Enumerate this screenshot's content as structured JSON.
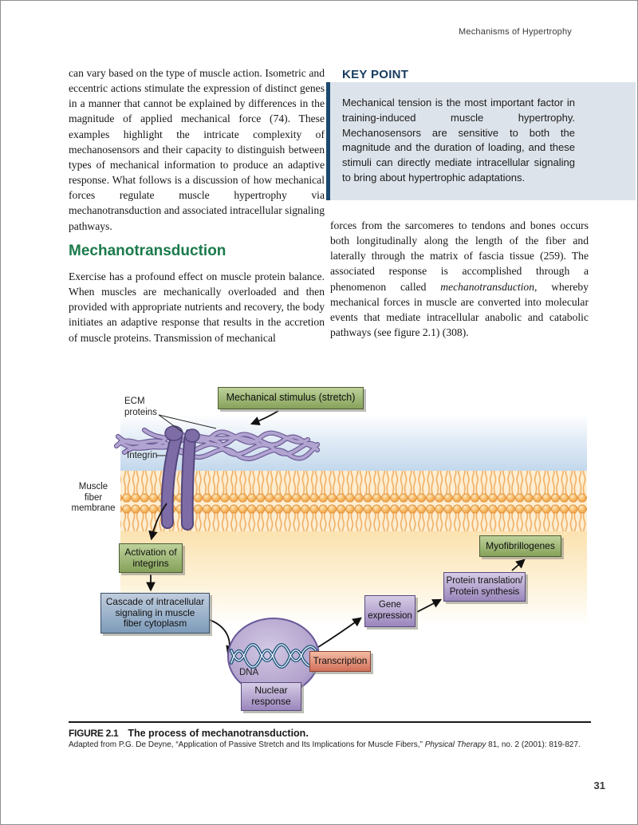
{
  "page": {
    "running_head": "Mechanisms of Hypertrophy",
    "page_number": "31"
  },
  "left_column": {
    "para1": "can vary based on the type of muscle action. Isometric and eccentric actions stimulate the expression of distinct genes in a manner that cannot be explained by differences in the magnitude of applied mechanical force (74). These examples highlight the intricate complexity of mechanosensors and their capacity to distinguish between types of mechanical information to produce an adaptive response. What follows is a discussion of how mechanical forces regulate muscle hypertrophy via mechanotransduction and associated intracellular signaling pathways.",
    "heading": "Mechanotransduction",
    "para2": "Exercise has a profound effect on muscle protein balance. When muscles are mechanically overloaded and then provided with appropriate nutrients and recovery, the body initiates an adaptive response that results in the accretion of muscle proteins. Transmission of mechanical"
  },
  "key_point": {
    "title": "KEY POINT",
    "body": "Mechanical tension is the most important factor in training-induced muscle hypertrophy. Mechanosensors are sensitive to both the magnitude and the duration of loading, and these stimuli can directly mediate intracellular signaling to bring about hypertrophic adaptations."
  },
  "right_column": {
    "para_before": "forces from the sarcomeres to tendons and bones occurs both longitudinally along the length of the fiber and laterally through the matrix of fascia tissue (259). The associated response is accomplished through a phenomenon called ",
    "para_italic": "mechanotransduction,",
    "para_after": " whereby mechanical forces in muscle are converted into molecular events that mediate intracellular anabolic and catabolic pathways (see figure 2.1) (308)."
  },
  "figure": {
    "labels": {
      "stimulus": "Mechanical stimulus (stretch)",
      "ecm": "ECM\nproteins",
      "integrin": "Integrin",
      "membrane": "Muscle\nfiber\nmembrane",
      "activation": "Activation of\nintegrins",
      "cascade": "Cascade of intracellular\nsignaling in muscle\nfiber cytoplasm",
      "dna": "DNA",
      "nuclear": "Nuclear\nresponse",
      "transcription": "Transcription",
      "gene": "Gene\nexpression",
      "protein": "Protein translation/\nProtein synthesis",
      "myofibrillogenes": "Myofibrillogenes"
    }
  },
  "caption": {
    "figure_label": "FIGURE 2.1",
    "title": "The process of mechanotransduction.",
    "credit_before": "Adapted from P.G. De Deyne, “Application of Passive Stretch and Its Implications for Muscle Fibers,” ",
    "credit_italic": "Physical Therapy",
    "credit_after": " 81, no. 2 (2001): 819-827."
  },
  "colors": {
    "heading_green": "#1a7a4b",
    "keypoint_navy": "#1d486f",
    "keypoint_bg": "#dde3ea",
    "box_green": "#9ab377",
    "box_blue": "#8fa6c0",
    "box_purple": "#a995c5",
    "box_red": "#dd8267",
    "membrane_orange": "#f6b75f",
    "extracellular_blue": "#c3d8ec",
    "cytoplasm_yellow": "#fbe2b0",
    "fiber_purple": "#b2a4d1"
  }
}
